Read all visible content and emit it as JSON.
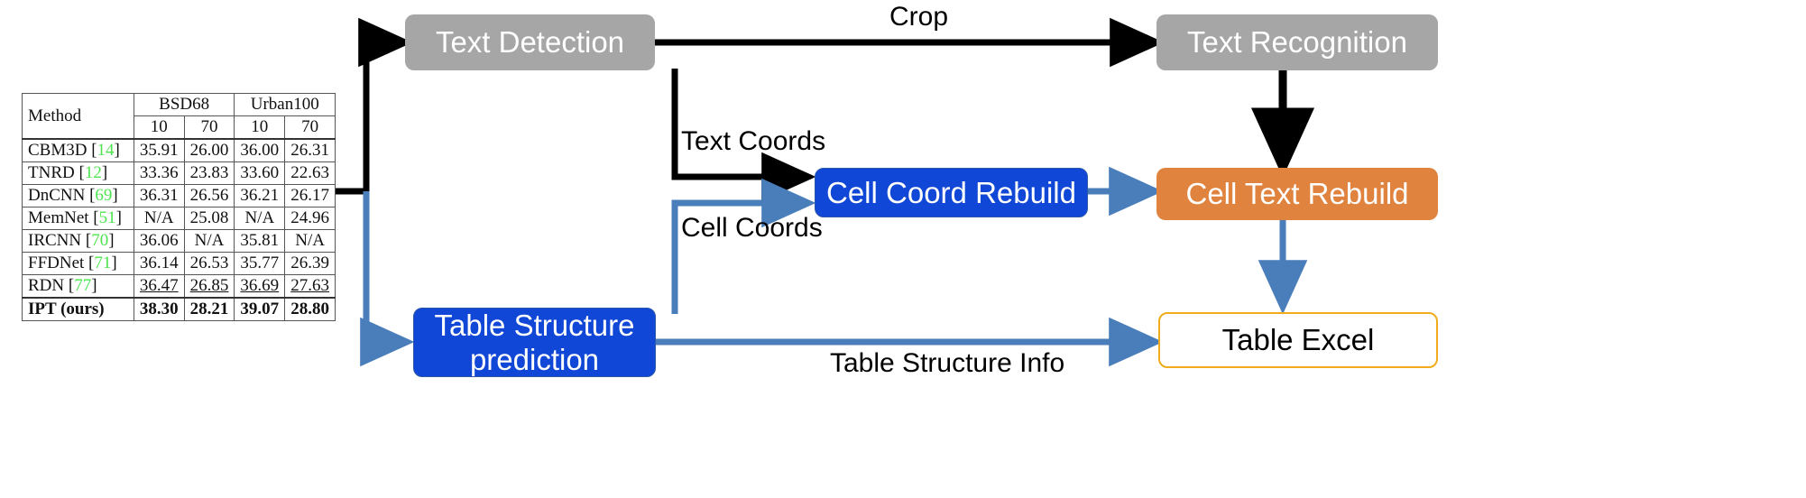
{
  "figure": {
    "table": {
      "caption_columns_top": [
        "Method",
        "BSD68",
        "Urban100"
      ],
      "subheaders": [
        "10",
        "70",
        "10",
        "70"
      ],
      "rows": [
        {
          "method": "CBM3D",
          "ref": "14",
          "values": [
            "35.91",
            "26.00",
            "36.00",
            "26.31"
          ],
          "style": "normal"
        },
        {
          "method": "TNRD",
          "ref": "12",
          "values": [
            "33.36",
            "23.83",
            "33.60",
            "22.63"
          ],
          "style": "normal"
        },
        {
          "method": "DnCNN",
          "ref": "69",
          "values": [
            "36.31",
            "26.56",
            "36.21",
            "26.17"
          ],
          "style": "normal"
        },
        {
          "method": "MemNet",
          "ref": "51",
          "values": [
            "N/A",
            "25.08",
            "N/A",
            "24.96"
          ],
          "style": "normal"
        },
        {
          "method": "IRCNN",
          "ref": "70",
          "values": [
            "36.06",
            "N/A",
            "35.81",
            "N/A"
          ],
          "style": "normal"
        },
        {
          "method": "FFDNet",
          "ref": "71",
          "values": [
            "36.14",
            "26.53",
            "35.77",
            "26.39"
          ],
          "style": "normal"
        },
        {
          "method": "RDN",
          "ref": "77",
          "values": [
            "36.47",
            "26.85",
            "36.69",
            "27.63"
          ],
          "style": "underline"
        },
        {
          "method": "IPT (ours)",
          "ref": "",
          "values": [
            "38.30",
            "28.21",
            "39.07",
            "28.80"
          ],
          "style": "bold"
        }
      ]
    }
  },
  "nodes": {
    "text_detection": {
      "label": "Text Detection",
      "color": "#a6a6a6"
    },
    "text_recognition": {
      "label": "Text Recognition",
      "color": "#a6a6a6"
    },
    "cell_coord_rebuild": {
      "label": "Cell Coord Rebuild",
      "color": "#1047d6"
    },
    "cell_text_rebuild": {
      "label": "Cell Text Rebuild",
      "color": "#e0833f"
    },
    "table_structure_prediction": {
      "label": "Table Structure\nprediction",
      "line1": "Table Structure",
      "line2": "prediction",
      "color": "#1047d6"
    },
    "table_excel": {
      "label": "Table Excel",
      "color": "#ffffff",
      "border_color": "#f0ac1c"
    }
  },
  "edge_labels": {
    "crop": "Crop",
    "text_coords": "Text Coords",
    "cell_coords": "Cell Coords",
    "table_structure_info": "Table Structure Info"
  },
  "colors": {
    "black_edge": "#000000",
    "blue_edge": "#4a7ebb",
    "gray_node": "#a6a6a6",
    "blue_node": "#1047d6",
    "orange_node": "#e0833f",
    "amber_border": "#f0ac1c",
    "green_reference": "#4ee44e"
  }
}
